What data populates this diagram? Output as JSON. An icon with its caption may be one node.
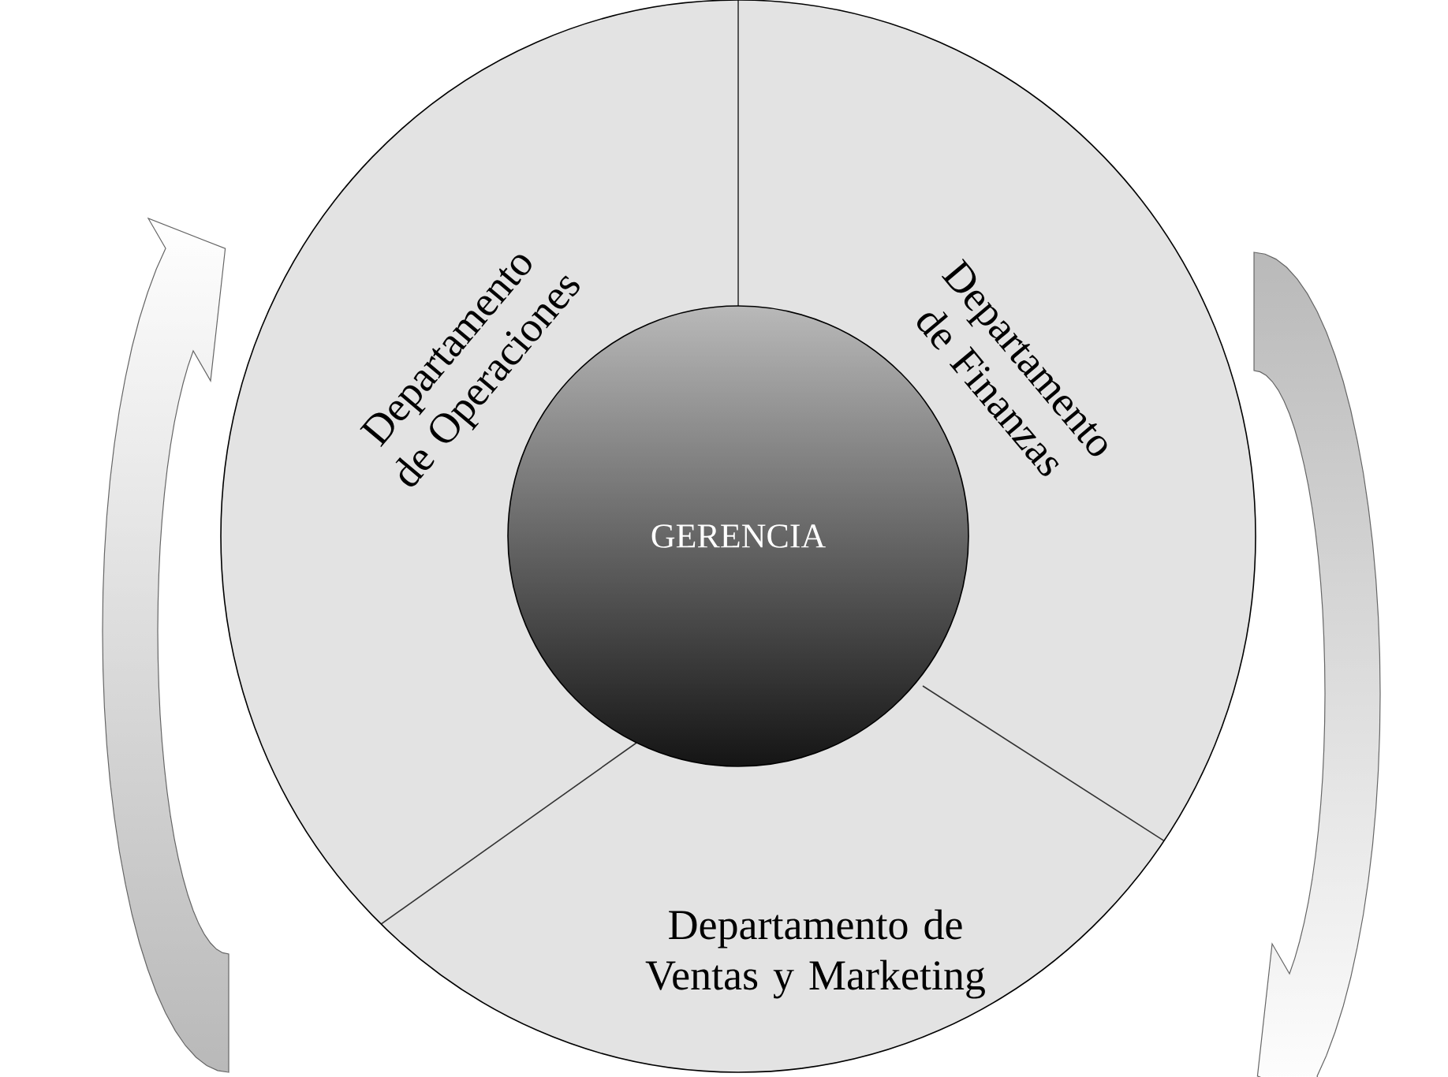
{
  "diagram": {
    "nodes": [
      {
        "text": [
          "Departamento de Operaciones"
        ]
      },
      {
        "text": [
          "Departamento de Finanzas"
        ]
      },
      {
        "text": [
          "GERENCIA"
        ]
      },
      {
        "text": [
          "Departamento de Ventas y Marketing"
        ]
      }
    ]
  }
}
